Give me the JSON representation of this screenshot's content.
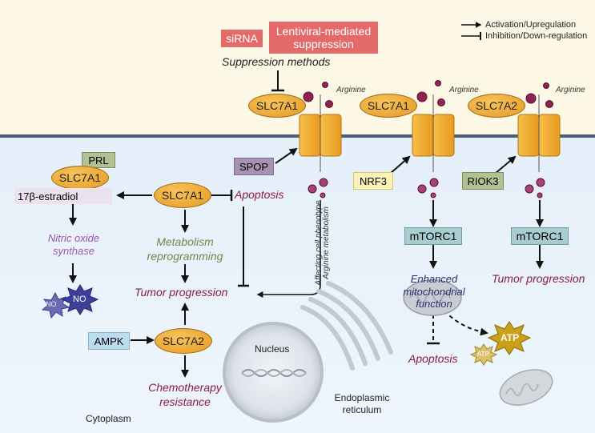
{
  "legend": {
    "activation": "Activation/Upregulation",
    "inhibition": "Inhibition/Down-regulation"
  },
  "suppression": {
    "sirna": "siRNA",
    "lentiviral": "Lentiviral-mediated suppression",
    "methods": "Suppression methods"
  },
  "transporters": {
    "t1": "SLC7A1",
    "t2": "SLC7A1",
    "t3": "SLC7A2",
    "arginine": "Arginine"
  },
  "regulators": {
    "spop": "SPOP",
    "nrf3": "NRF3",
    "riok3": "RIOK3",
    "prl": "PRL",
    "ampk": "AMPK"
  },
  "left": {
    "slc7a1_prl": "SLC7A1",
    "estradiol": "17β-estradiol",
    "nos": "Nitric oxide synthase",
    "no1": "NO",
    "no2": "NO",
    "slc7a1_center": "SLC7A1",
    "apoptosis": "Apoptosis",
    "metabolism": "Metabolism reprogramming",
    "tumor": "Tumor progression",
    "slc7a2": "SLC7A2",
    "chemo": "Chemotherapy resistance"
  },
  "middle": {
    "affecting": "Affecting cell phenotype",
    "arginine_metabolism": "Arginine metabolism",
    "mtorc1": "mTORC1",
    "enhanced": "Enhanced mitochondrial function",
    "apoptosis": "Apoptosis",
    "atp_big": "ATP",
    "atp_small": "ATP"
  },
  "right": {
    "mtorc1": "mTORC1",
    "tumor": "Tumor progression"
  },
  "cell": {
    "nucleus": "Nucleus",
    "er": "Endoplasmic reticulum",
    "cytoplasm": "Cytoplasm"
  }
}
